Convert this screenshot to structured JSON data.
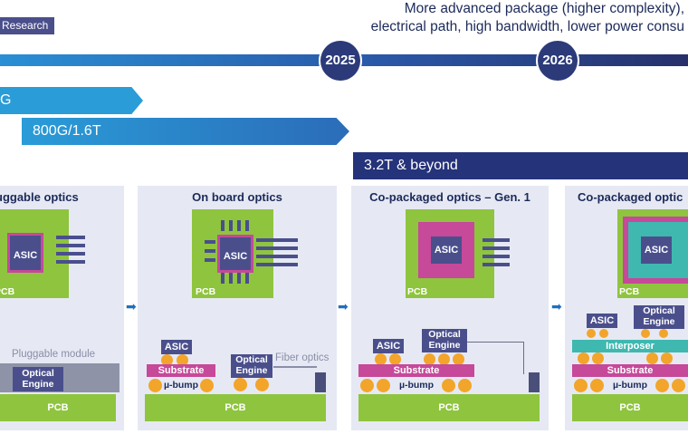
{
  "badge": "Research",
  "header": {
    "line1": "More advanced package (higher complexity),",
    "line2": "electrical path, high bandwidth, lower power consu"
  },
  "timeline": {
    "years": [
      "2025",
      "2026"
    ]
  },
  "speeds": [
    {
      "label": "G"
    },
    {
      "label": "800G/1.6T"
    },
    {
      "label": "3.2T & beyond"
    }
  ],
  "panels": [
    {
      "title": "uggable optics",
      "pcb_label": "PCB",
      "asic": "ASIC",
      "module_label": "Pluggable module",
      "engine": "Optical\nEngine"
    },
    {
      "title": "On board optics",
      "pcb_label": "PCB",
      "asic": "ASIC",
      "substrate": "Substrate",
      "bump": "µ-bump",
      "engine": "Optical\nEngine",
      "fiber": "Fiber optics"
    },
    {
      "title": "Co-packaged optics – Gen. 1",
      "pcb_label": "PCB",
      "asic": "ASIC",
      "substrate": "Substrate",
      "bump": "µ-bump",
      "engine": "Optical\nEngine"
    },
    {
      "title": "Co-packaged optic",
      "pcb_label": "PCB",
      "asic": "ASIC",
      "interposer": "Interposer",
      "substrate": "Substrate",
      "bump": "µ-bump",
      "engine": "Optical\nEngine"
    }
  ],
  "icons": {
    "connector": "right-arrow-icon"
  },
  "colors": {
    "navy": "#2c3a7a",
    "green": "#8fc43f",
    "magenta": "#c6499a",
    "teal": "#3fb8b0",
    "orange": "#f2a52a"
  }
}
